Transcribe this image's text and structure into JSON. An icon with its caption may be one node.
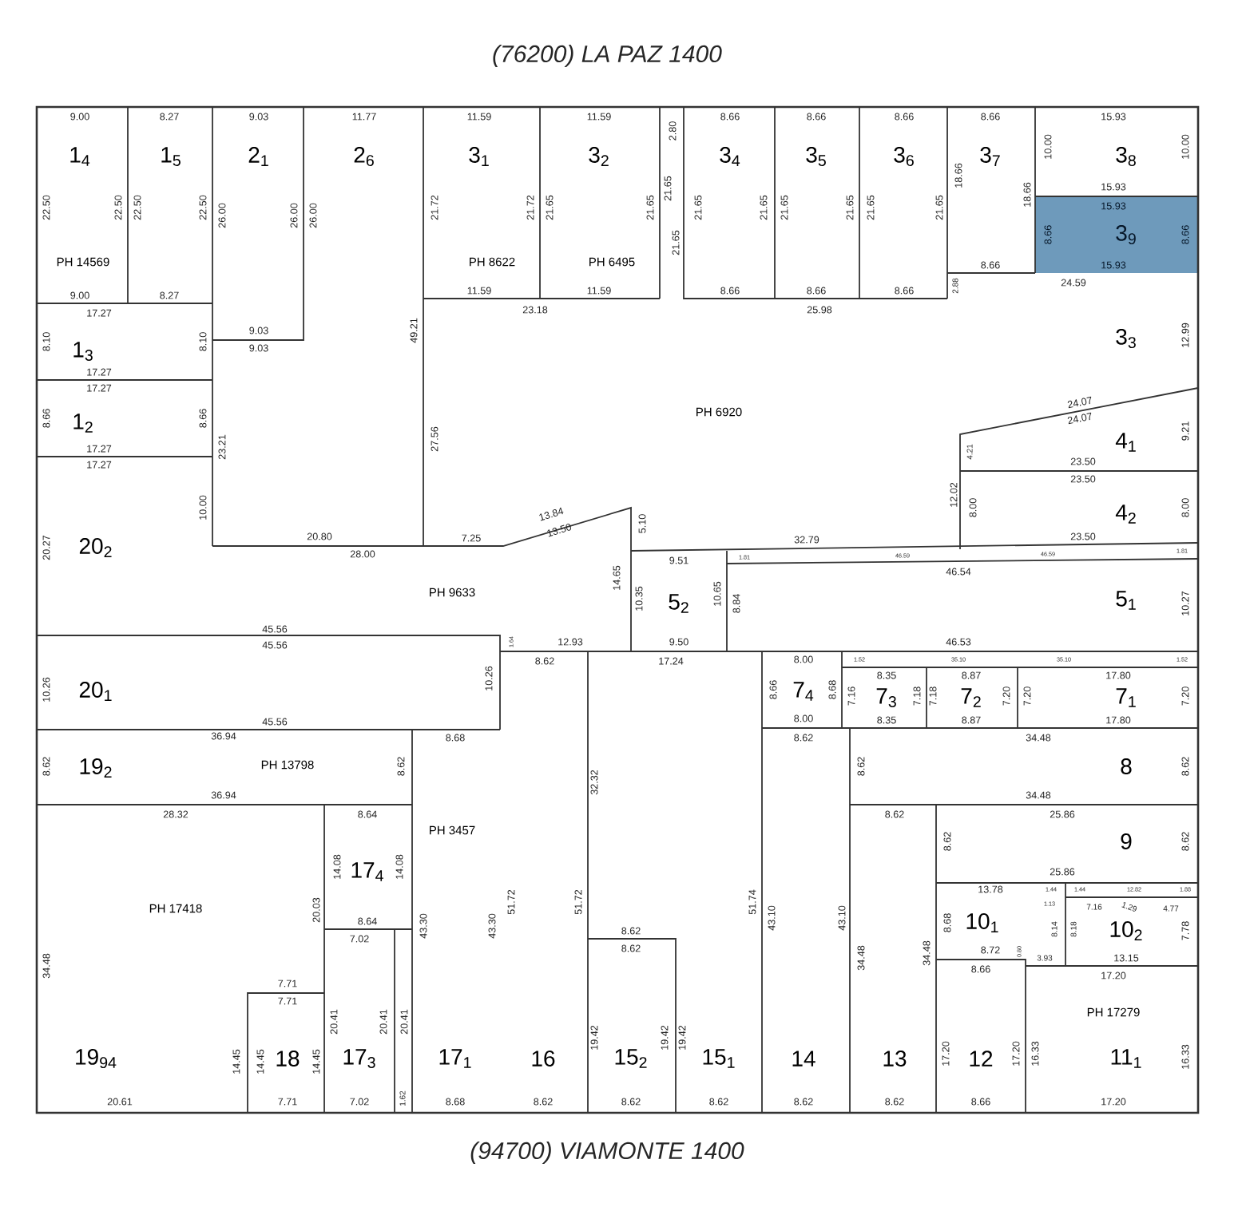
{
  "diagram": {
    "nodes": [
      {
        "text": [
          "1$_{4}$",
          "PH 14569"
        ]
      },
      {
        "text": [
          "1$_{5}$"
        ]
      },
      {
        "text": [
          "2$_{1}$"
        ]
      },
      {
        "text": [
          "2$_{6}$"
        ]
      },
      {
        "text": [
          "3$_{1}$",
          "PH 8622"
        ]
      },
      {
        "text": [
          "3$_{2}$",
          "PH 6495"
        ]
      },
      {
        "text": [
          "3$_{4}$"
        ]
      },
      {
        "text": [
          "3$_{5}$"
        ]
      },
      {
        "text": [
          "3$_{6}$"
        ]
      },
      {
        "text": [
          "3$_{7}$"
        ]
      },
      {
        "text": [
          "3$_{8}$"
        ]
      },
      {
        "text": [
          "3$_{9}$"
        ]
      },
      {
        "text": [
          "1$_{3}$"
        ]
      },
      {
        "text": [
          "1$_{2}$"
        ]
      },
      {
        "text": [
          "3$_{3}$",
          "PH 6920"
        ]
      },
      {
        "text": [
          "4$_{1}$"
        ]
      },
      {
        "text": [
          "4$_{2}$"
        ]
      },
      {
        "text": [
          "20$_{2}$",
          "PH 9633"
        ]
      },
      {
        "text": [
          "5$_{2}$"
        ]
      },
      {
        "text": [
          "5$_{1}$"
        ]
      },
      {
        "text": [
          "20$_{1}$"
        ]
      },
      {
        "text": [
          "7$_{4}$"
        ]
      },
      {
        "text": [
          "7$_{3}$"
        ]
      },
      {
        "text": [
          "7$_{2}$"
        ]
      },
      {
        "text": [
          "7$_{1}$"
        ]
      },
      {
        "text": [
          "19$_{2}$",
          "PH 13798"
        ]
      },
      {
        "text": [
          "8"
        ]
      },
      {
        "text": [
          "9"
        ]
      },
      {
        "text": [
          "17$_{4}$"
        ]
      },
      {
        "text": [
          "10$_{1}$"
        ]
      },
      {
        "text": [
          "10$_{2}$"
        ]
      },
      {
        "text": [
          "19$_{94}$",
          "PH 17418"
        ]
      },
      {
        "text": [
          "18"
        ]
      },
      {
        "text": [
          "17$_{3}$"
        ]
      },
      {
        "text": [
          "PH 3457",
          "17$_{1}$"
        ]
      },
      {
        "text": [
          "16"
        ]
      },
      {
        "text": [
          "15$_{2}$"
        ]
      },
      {
        "text": [
          "15$_{1}$"
        ]
      },
      {
        "text": [
          "14"
        ]
      },
      {
        "text": [
          "13"
        ]
      },
      {
        "text": [
          "12"
        ]
      },
      {
        "text": [
          "PH 17279",
          "11$_{1}$"
        ]
      }
    ],
    "labels": [
      "(76200) LA PAZ 1400",
      "9.00",
      "22.50",
      "22.50",
      "9.00",
      "8.27",
      "22.50",
      "22.50",
      "8.27",
      "9.03",
      "26.00",
      "26.00",
      "9.03",
      "11.77",
      "26.00",
      "49.21",
      "9.03",
      "23.21",
      "20.80",
      "28.00",
      "17.27",
      "8.10",
      "8.10",
      "17.27",
      "17.27",
      "8.66",
      "8.66",
      "17.27",
      "17.27",
      "10.00",
      "20.27",
      "11.59",
      "21.72",
      "21.72",
      "11.59",
      "11.59",
      "21.65",
      "21.65",
      "11.59",
      "2.80",
      "21.65",
      "21.65",
      "8.66",
      "21.65",
      "21.65",
      "8.66",
      "23.18",
      "25.98",
      "8.66",
      "21.65",
      "21.65",
      "8.66",
      "8.66",
      "21.65",
      "21.65",
      "8.66",
      "8.66",
      "18.66",
      "18.66",
      "8.66",
      "2.88",
      "15.93",
      "10.00",
      "10.00",
      "15.93",
      "15.93",
      "8.66",
      "8.66",
      "15.93",
      "24.59",
      "12.99",
      "27.56",
      "24.07",
      "24.07",
      "4.21",
      "9.21",
      "23.50",
      "23.50",
      "12.02",
      "8.00",
      "8.00",
      "7.25",
      "13.84",
      "13.50",
      "5.10",
      "23.50",
      "14.65",
      "10.35",
      "9.51",
      "10.65",
      "8.84",
      "1.81",
      "32.79",
      "46.59",
      "46.59",
      "1.81",
      "46.54",
      "10.27",
      "45.56",
      "45.56",
      "10.26",
      "10.26",
      "45.56",
      "1.64",
      "12.93",
      "9.50",
      "46.53",
      "8.62",
      "17.24",
      "8.00",
      "8.66",
      "8.68",
      "8.00",
      "1.52",
      "35.10",
      "35.10",
      "1.52",
      "8.35",
      "7.16",
      "7.18",
      "8.35",
      "8.87",
      "7.18",
      "7.20",
      "8.87",
      "17.80",
      "7.20",
      "7.20",
      "17.80",
      "36.94",
      "8.62",
      "8.62",
      "36.94",
      "8.68",
      "8.62",
      "34.48",
      "8.62",
      "8.62",
      "34.48",
      "28.32",
      "8.64",
      "8.62",
      "25.86",
      "8.62",
      "8.62",
      "32.32",
      "14.08",
      "14.08",
      "25.86",
      "13.78",
      "1.44",
      "1.44",
      "12.82",
      "1.88",
      "1.13",
      "7.16",
      "1.29",
      "4.77",
      "20.03",
      "8.64",
      "43.30",
      "43.30",
      "51.72",
      "51.72",
      "51.74",
      "43.10",
      "43.10",
      "8.68",
      "8.14",
      "8.18",
      "7.78",
      "34.48",
      "7.02",
      "8.62",
      "8.62",
      "34.48",
      "34.48",
      "8.72",
      "0.80",
      "3.93",
      "13.15",
      "8.66",
      "17.20",
      "7.71",
      "7.71",
      "14.45",
      "14.45",
      "14.45",
      "20.41",
      "20.41",
      "20.41",
      "19.42",
      "19.42",
      "19.42",
      "17.20",
      "17.20",
      "16.33",
      "16.33",
      "20.61",
      "7.71",
      "7.02",
      "1.62",
      "8.68",
      "8.62",
      "8.62",
      "8.62",
      "8.62",
      "8.62",
      "8.66",
      "17.20",
      "(94700) VIAMONTE 1400"
    ]
  }
}
